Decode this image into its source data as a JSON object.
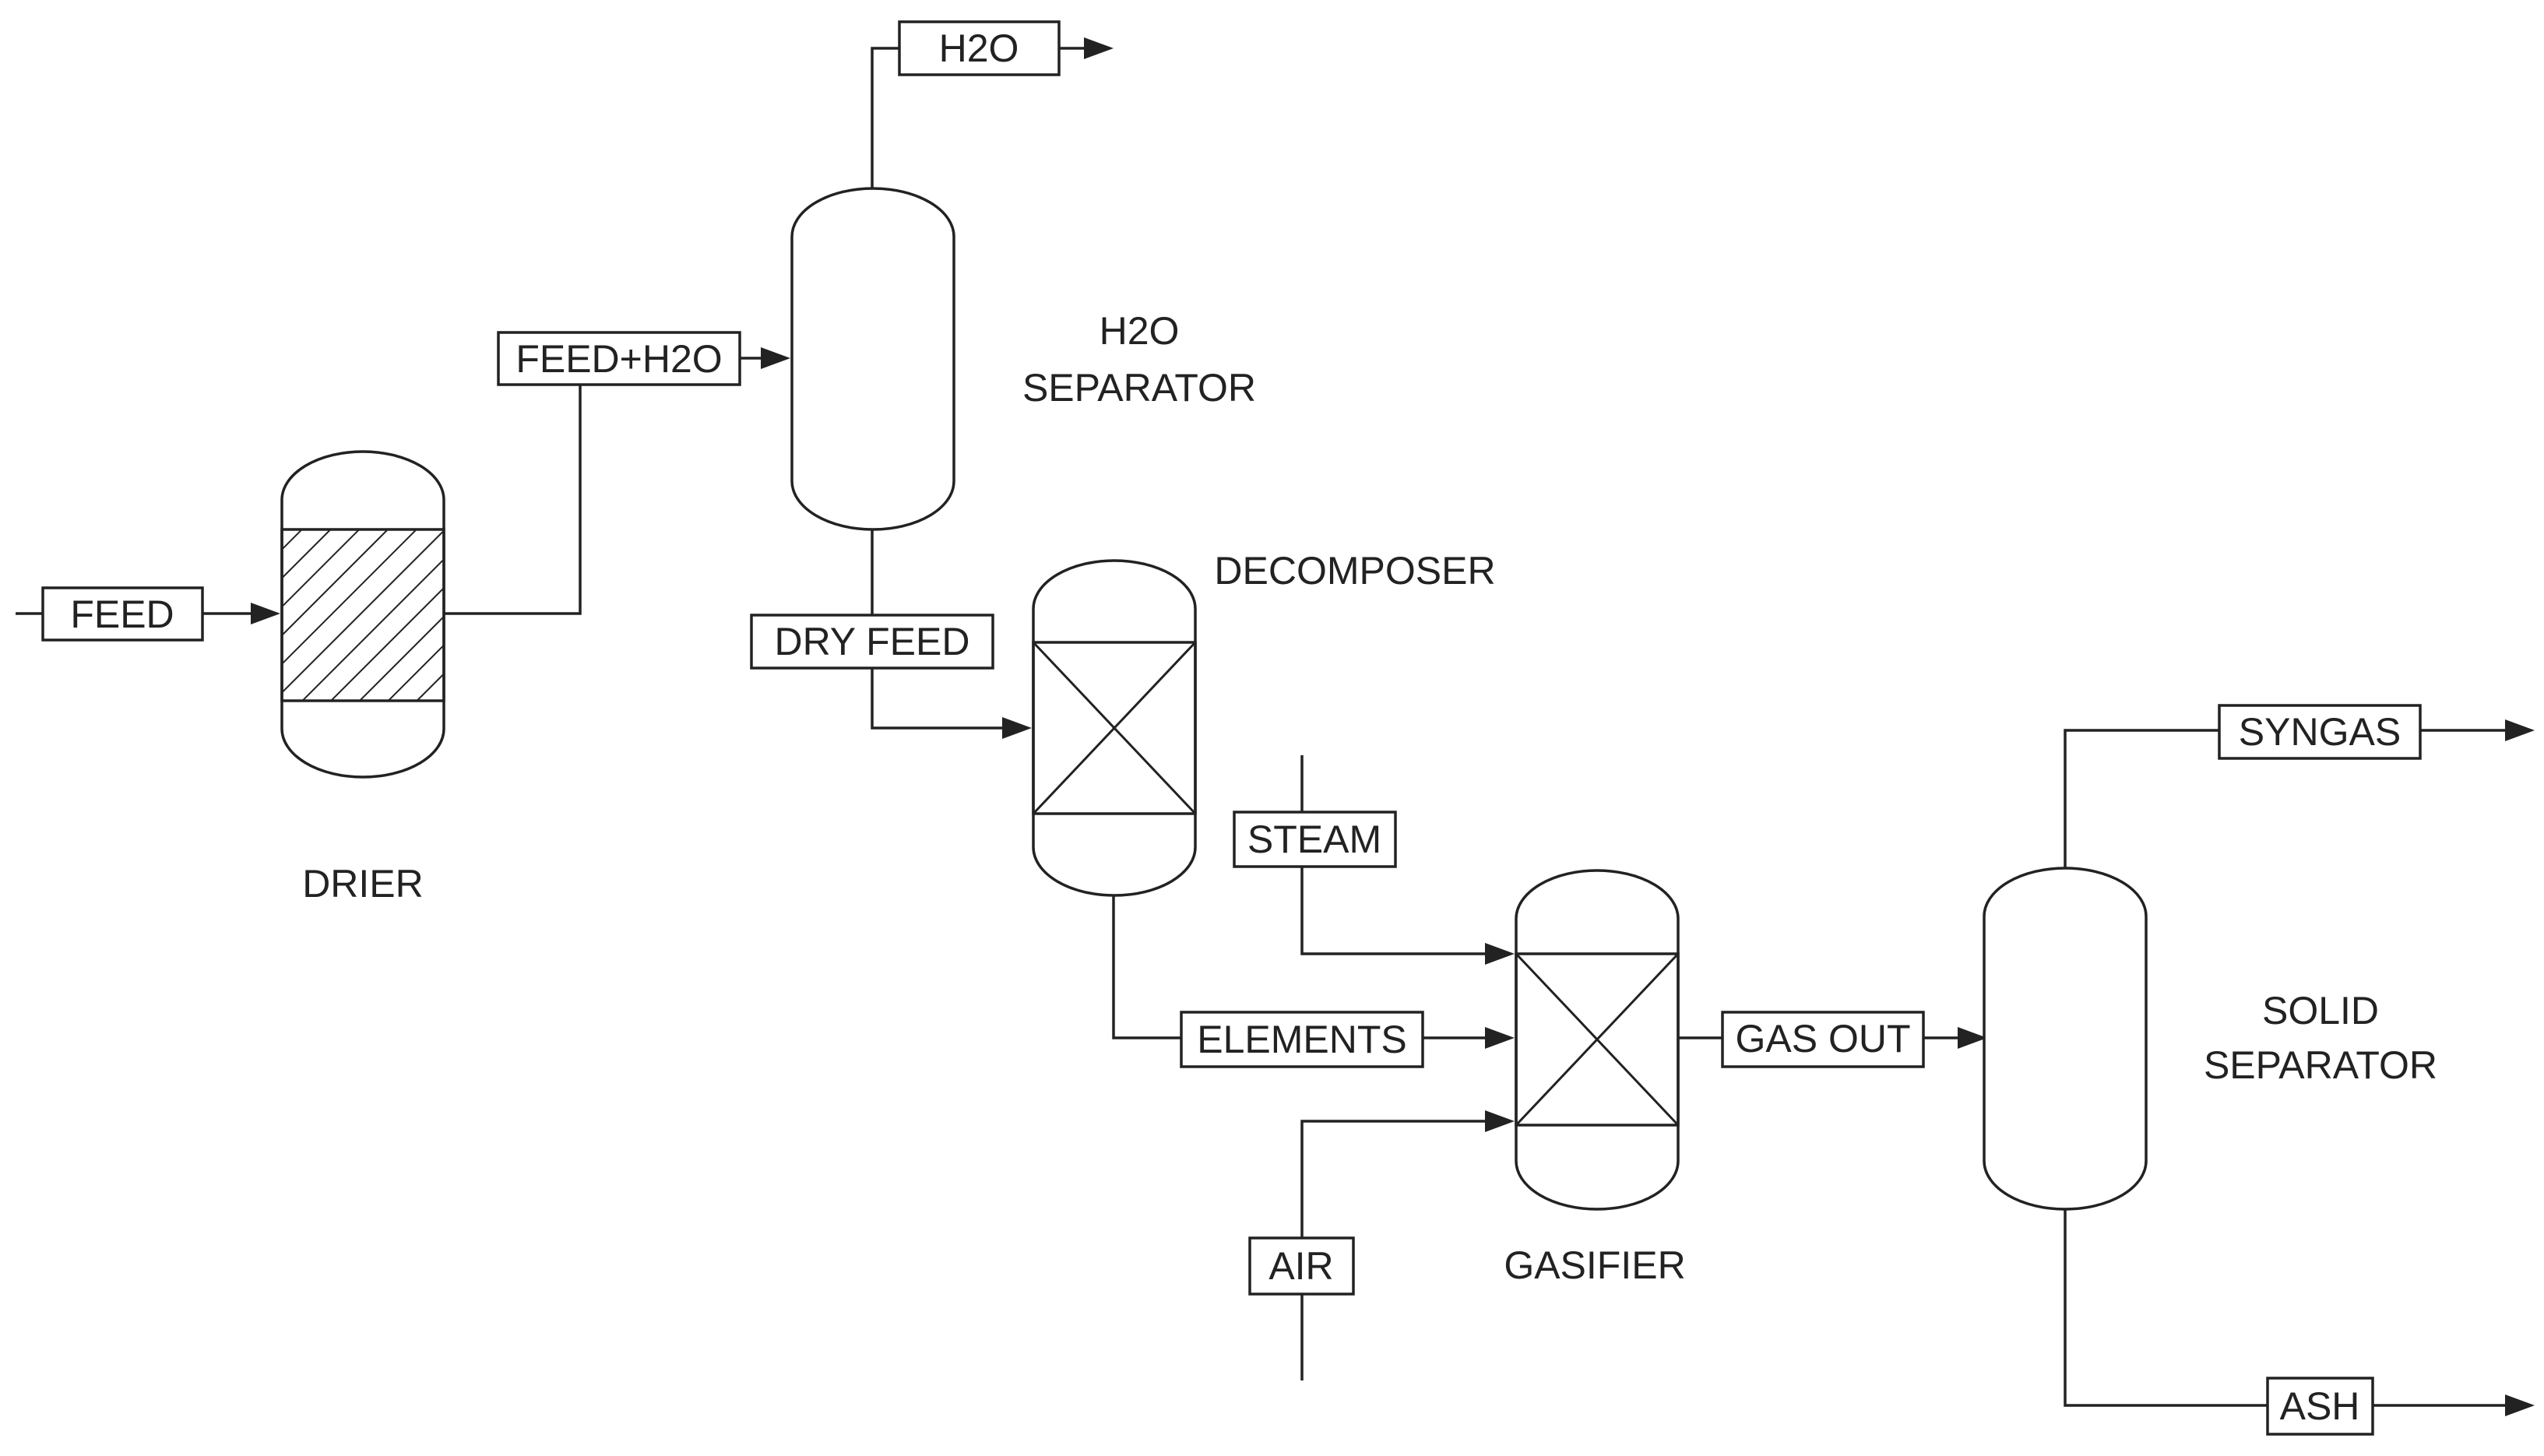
{
  "units": {
    "drier": "DRIER",
    "h2o_separator_line1": "H2O",
    "h2o_separator_line2": "SEPARATOR",
    "decomposer": "DECOMPOSER",
    "gasifier": "GASIFIER",
    "solid_separator_line1": "SOLID",
    "solid_separator_line2": "SEPARATOR"
  },
  "streams": {
    "feed": "FEED",
    "feed_h2o": "FEED+H2O",
    "h2o": "H2O",
    "dry_feed": "DRY FEED",
    "steam": "STEAM",
    "elements": "ELEMENTS",
    "air": "AIR",
    "gas_out": "GAS OUT",
    "syngas": "SYNGAS",
    "ash": "ASH"
  },
  "colors": {
    "line": "#222222",
    "background": "#ffffff"
  }
}
